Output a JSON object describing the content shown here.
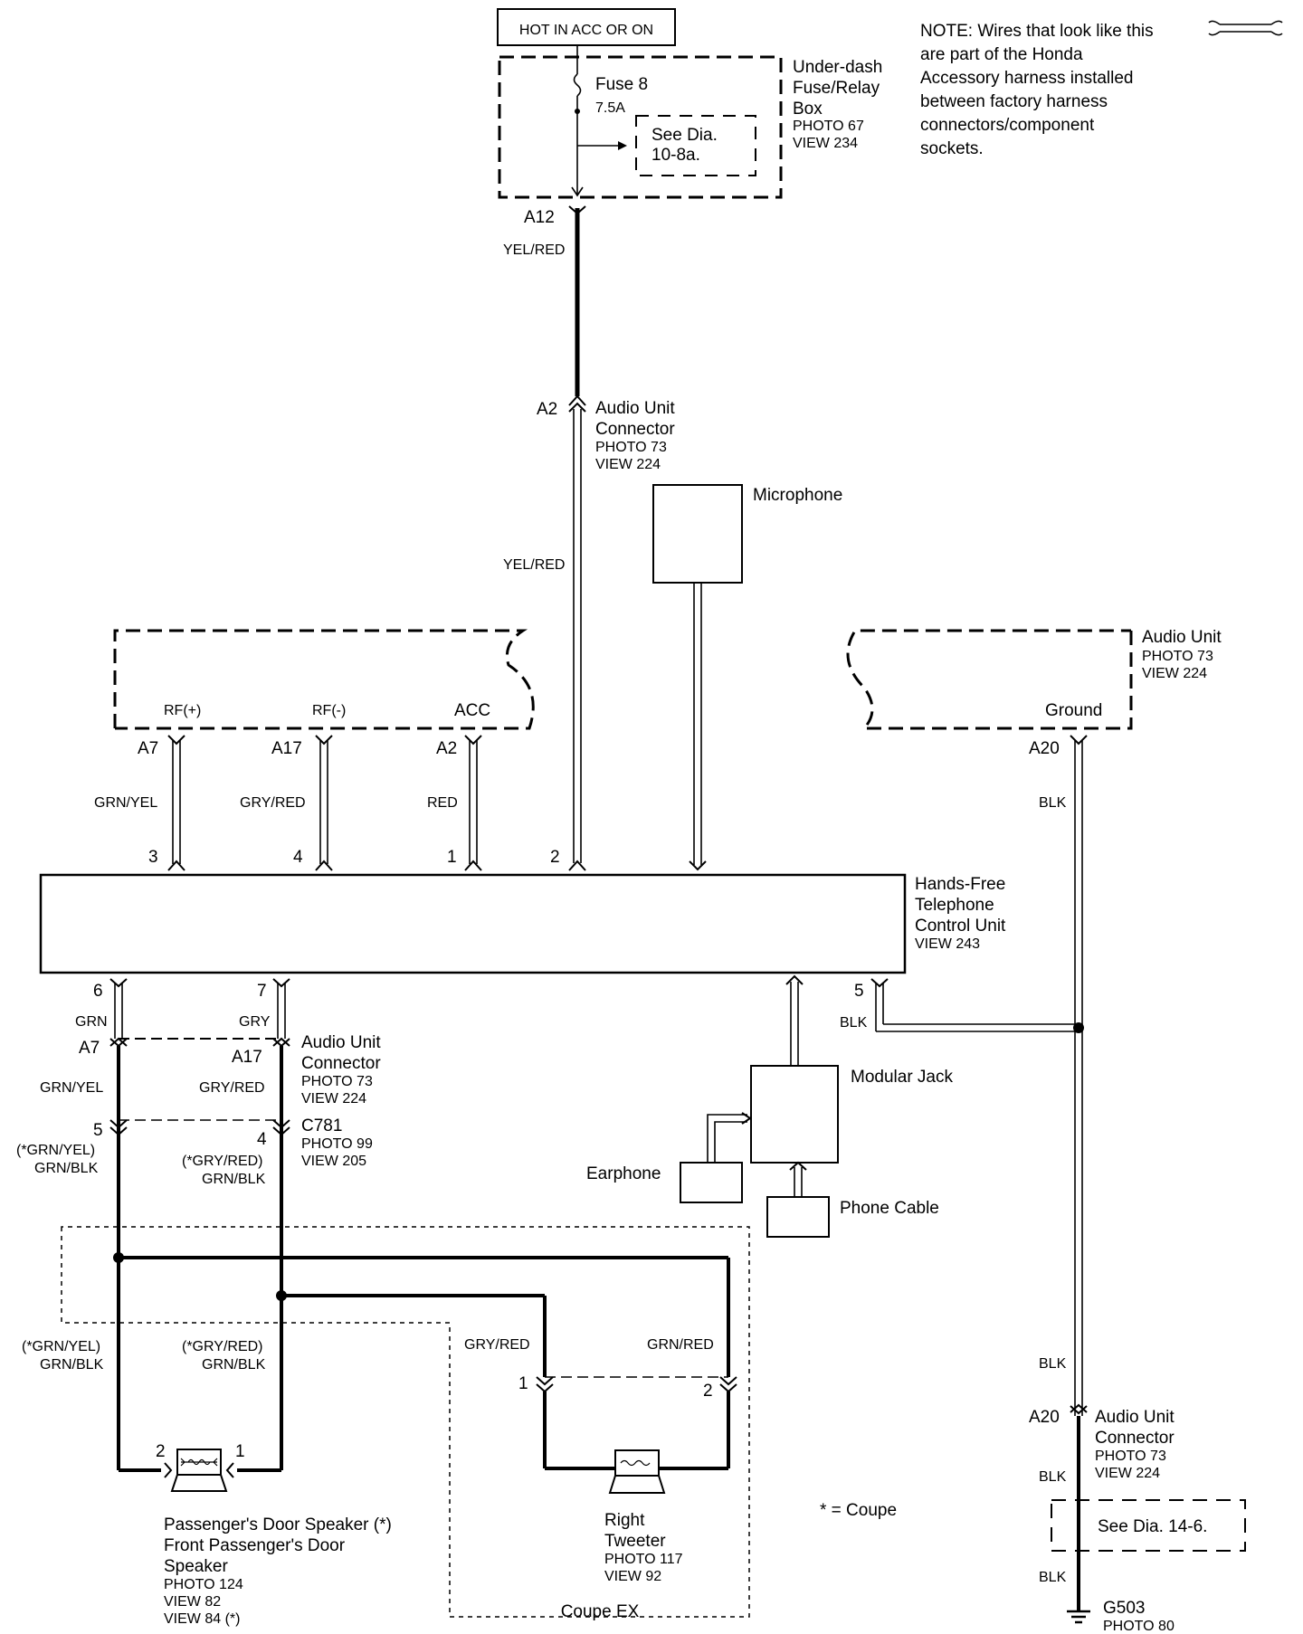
{
  "header": {
    "power_source": "HOT IN ACC OR ON"
  },
  "note": {
    "lines": [
      "NOTE: Wires that look like this",
      "are part of the Honda",
      "Accessory harness installed",
      "between factory harness",
      "connectors/component",
      "sockets."
    ]
  },
  "fuse_box": {
    "fuse_label": "Fuse 8",
    "fuse_rating": "7.5A",
    "see_ref_1": "See Dia.",
    "see_ref_2": "10-8a.",
    "name_1": "Under-dash",
    "name_2": "Fuse/Relay",
    "name_3": "Box",
    "photo": "PHOTO 67",
    "view": "VIEW 234",
    "terminal": "A12",
    "wire": "YEL/RED"
  },
  "audio_connector_top": {
    "terminal": "A2",
    "name_1": "Audio Unit",
    "name_2": "Connector",
    "photo": "PHOTO 73",
    "view": "VIEW 224",
    "wire_below": "YEL/RED"
  },
  "microphone": {
    "label": "Microphone"
  },
  "audio_unit_left": {
    "pin_rfp": "RF(+)",
    "pin_rfm": "RF(-)",
    "pin_acc": "ACC",
    "term_a7": "A7",
    "term_a17": "A17",
    "term_a2": "A2",
    "wire_a7": "GRN/YEL",
    "wire_a17": "GRY/RED",
    "wire_a2": "RED"
  },
  "audio_unit_right": {
    "name": "Audio Unit",
    "photo": "PHOTO 73",
    "view": "VIEW 224",
    "pin_ground": "Ground",
    "terminal": "A20",
    "wire": "BLK"
  },
  "control_unit": {
    "name_1": "Hands-Free",
    "name_2": "Telephone",
    "name_3": "Control Unit",
    "view": "VIEW 243",
    "pin_3": "3",
    "pin_4": "4",
    "pin_1": "1",
    "pin_2": "2",
    "pin_6": "6",
    "pin_7": "7",
    "pin_5": "5",
    "wire_6": "GRN",
    "wire_7": "GRY",
    "wire_5": "BLK"
  },
  "audio_connector_mid": {
    "term_a7": "A7",
    "term_a17": "A17",
    "name_1": "Audio Unit",
    "name_2": "Connector",
    "photo": "PHOTO 73",
    "view": "VIEW 224",
    "wire_left": "GRN/YEL",
    "wire_right": "GRY/RED"
  },
  "c781": {
    "pin_5": "5",
    "pin_4": "4",
    "name": "C781",
    "photo": "PHOTO 99",
    "view": "VIEW 205",
    "left_wire_coupe": "(*GRN/YEL)",
    "left_wire": "GRN/BLK",
    "right_wire_coupe": "(*GRY/RED)",
    "right_wire": "GRN/BLK"
  },
  "modular_jack": {
    "label": "Modular Jack",
    "earphone": "Earphone",
    "phone_cable": "Phone Cable"
  },
  "door_speaker": {
    "left_wire_coupe": "(*GRN/YEL)",
    "left_wire": "GRN/BLK",
    "right_wire_coupe": "(*GRY/RED)",
    "right_wire": "GRN/BLK",
    "pin_2": "2",
    "pin_1": "1",
    "name_1": "Passenger's Door Speaker (*)",
    "name_2": "Front Passenger's Door",
    "name_3": "Speaker",
    "photo": "PHOTO 124",
    "view_1": "VIEW 82",
    "view_2": "VIEW 84 (*)"
  },
  "tweeter": {
    "wire_left": "GRY/RED",
    "wire_right": "GRN/RED",
    "pin_1": "1",
    "pin_2": "2",
    "name_1": "Right",
    "name_2": "Tweeter",
    "photo": "PHOTO 117",
    "view": "VIEW 92",
    "zone": "Coupe EX"
  },
  "coupe_note": "* = Coupe",
  "ground_path": {
    "wire_1": "BLK",
    "terminal": "A20",
    "name_1": "Audio Unit",
    "name_2": "Connector",
    "photo": "PHOTO 73",
    "view": "VIEW 224",
    "wire_2": "BLK",
    "see_ref": "See Dia. 14-6.",
    "wire_3": "BLK",
    "ground": "G503",
    "ground_photo": "PHOTO 80"
  }
}
